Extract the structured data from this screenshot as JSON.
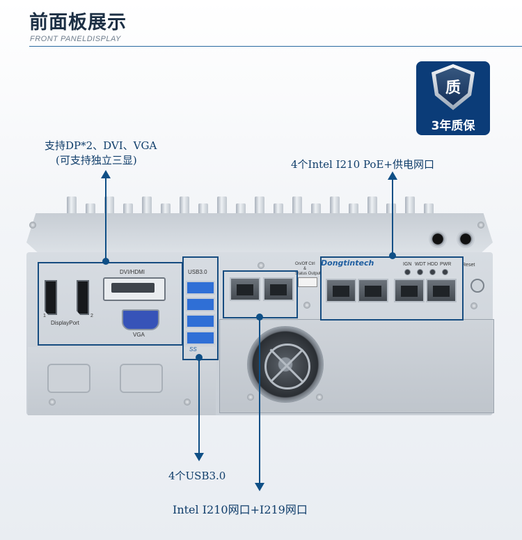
{
  "header": {
    "title": "前面板展示",
    "subtitle": "FRONT PANELDISPLAY"
  },
  "badge": {
    "icon_char": "质",
    "label": "3年质保"
  },
  "callouts": {
    "display_line1": "支持DP*2、DVI、VGA",
    "display_line2": "(可支持独立三显)",
    "poe": "4个Intel I210 PoE+供电网口",
    "usb": "4个USB3.0",
    "lan": "Intel I210网口+I219网口"
  },
  "panel_labels": {
    "dvi_hdmi": "DVI/HDMI",
    "vga": "VGA",
    "displayport": "DisplayPort",
    "dp_index_1": "1",
    "dp_index_2": "2",
    "usb30": "USB3.0",
    "ss_logo": "SS",
    "brand": "Dongtintech",
    "onoff_ctrl": "On/Off Ctrl",
    "amp": "&",
    "status_output": "Status Output",
    "ign": "IGN",
    "wdt": "WDT",
    "hdd": "HDD",
    "pwr": "PWR",
    "reset": "Reset"
  },
  "colors": {
    "accent": "#0f4f86",
    "title": "#1c2f44",
    "badge_bg": "#0b3c78",
    "usb_blue": "#2f6fd6"
  }
}
